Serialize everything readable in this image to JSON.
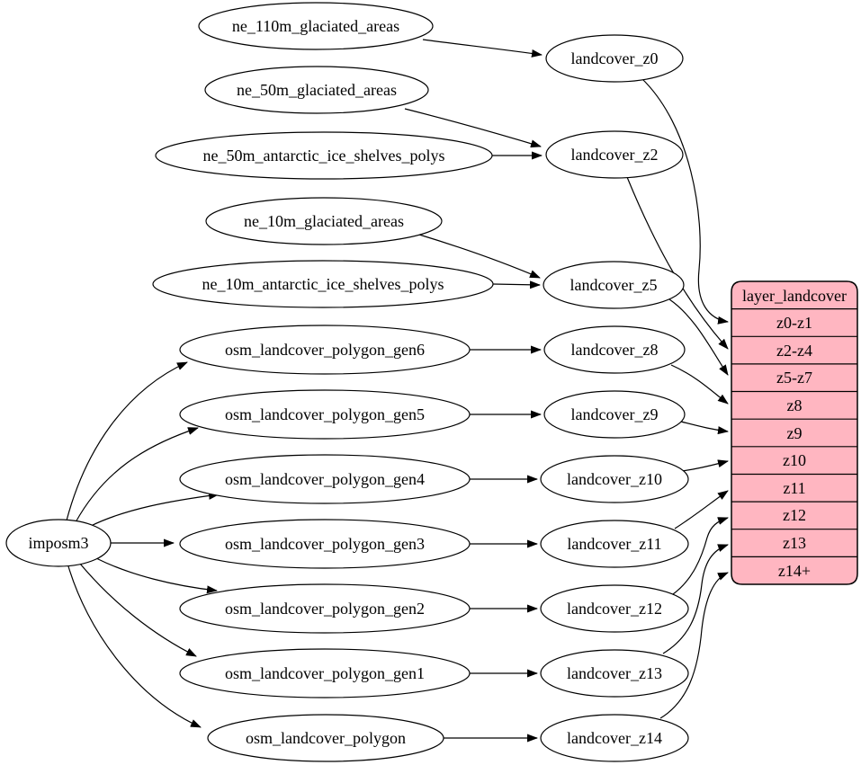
{
  "diagram": {
    "kind": "dependency-graph",
    "background": "#ffffff",
    "colors": {
      "node_fill": "#ffffff",
      "node_stroke": "#000000",
      "edge": "#000000",
      "record_fill": "#ffb6c1",
      "record_stroke": "#000000",
      "text": "#000000"
    },
    "nodes": {
      "imposm3": "imposm3",
      "ne_110m_glaciated_areas": "ne_110m_glaciated_areas",
      "ne_50m_glaciated_areas": "ne_50m_glaciated_areas",
      "ne_50m_antarctic_ice_shelves_polys": "ne_50m_antarctic_ice_shelves_polys",
      "ne_10m_glaciated_areas": "ne_10m_glaciated_areas",
      "ne_10m_antarctic_ice_shelves_polys": "ne_10m_antarctic_ice_shelves_polys",
      "osm_landcover_polygon_gen6": "osm_landcover_polygon_gen6",
      "osm_landcover_polygon_gen5": "osm_landcover_polygon_gen5",
      "osm_landcover_polygon_gen4": "osm_landcover_polygon_gen4",
      "osm_landcover_polygon_gen3": "osm_landcover_polygon_gen3",
      "osm_landcover_polygon_gen2": "osm_landcover_polygon_gen2",
      "osm_landcover_polygon_gen1": "osm_landcover_polygon_gen1",
      "osm_landcover_polygon": "osm_landcover_polygon",
      "landcover_z0": "landcover_z0",
      "landcover_z2": "landcover_z2",
      "landcover_z5": "landcover_z5",
      "landcover_z8": "landcover_z8",
      "landcover_z9": "landcover_z9",
      "landcover_z10": "landcover_z10",
      "landcover_z11": "landcover_z11",
      "landcover_z12": "landcover_z12",
      "landcover_z13": "landcover_z13",
      "landcover_z14": "landcover_z14"
    },
    "record": {
      "title": "layer_landcover",
      "rows": [
        "z0-z1",
        "z2-z4",
        "z5-z7",
        "z8",
        "z9",
        "z10",
        "z11",
        "z12",
        "z13",
        "z14+"
      ]
    },
    "edges": [
      {
        "from": "ne_110m_glaciated_areas",
        "to": "landcover_z0"
      },
      {
        "from": "ne_50m_glaciated_areas",
        "to": "landcover_z2"
      },
      {
        "from": "ne_50m_antarctic_ice_shelves_polys",
        "to": "landcover_z2"
      },
      {
        "from": "ne_10m_glaciated_areas",
        "to": "landcover_z5"
      },
      {
        "from": "ne_10m_antarctic_ice_shelves_polys",
        "to": "landcover_z5"
      },
      {
        "from": "osm_landcover_polygon_gen6",
        "to": "landcover_z8"
      },
      {
        "from": "osm_landcover_polygon_gen5",
        "to": "landcover_z9"
      },
      {
        "from": "osm_landcover_polygon_gen4",
        "to": "landcover_z10"
      },
      {
        "from": "osm_landcover_polygon_gen3",
        "to": "landcover_z11"
      },
      {
        "from": "osm_landcover_polygon_gen2",
        "to": "landcover_z12"
      },
      {
        "from": "osm_landcover_polygon_gen1",
        "to": "landcover_z13"
      },
      {
        "from": "osm_landcover_polygon",
        "to": "landcover_z14"
      },
      {
        "from": "imposm3",
        "to": "osm_landcover_polygon_gen6"
      },
      {
        "from": "imposm3",
        "to": "osm_landcover_polygon_gen5"
      },
      {
        "from": "imposm3",
        "to": "osm_landcover_polygon_gen4"
      },
      {
        "from": "imposm3",
        "to": "osm_landcover_polygon_gen3"
      },
      {
        "from": "imposm3",
        "to": "osm_landcover_polygon_gen2"
      },
      {
        "from": "imposm3",
        "to": "osm_landcover_polygon_gen1"
      },
      {
        "from": "imposm3",
        "to": "osm_landcover_polygon"
      },
      {
        "from": "landcover_z0",
        "to": "layer_landcover.z0-z1"
      },
      {
        "from": "landcover_z2",
        "to": "layer_landcover.z2-z4"
      },
      {
        "from": "landcover_z5",
        "to": "layer_landcover.z5-z7"
      },
      {
        "from": "landcover_z8",
        "to": "layer_landcover.z8"
      },
      {
        "from": "landcover_z9",
        "to": "layer_landcover.z9"
      },
      {
        "from": "landcover_z10",
        "to": "layer_landcover.z10"
      },
      {
        "from": "landcover_z11",
        "to": "layer_landcover.z11"
      },
      {
        "from": "landcover_z12",
        "to": "layer_landcover.z12"
      },
      {
        "from": "landcover_z13",
        "to": "layer_landcover.z13"
      },
      {
        "from": "landcover_z14",
        "to": "layer_landcover.z14+"
      }
    ]
  }
}
